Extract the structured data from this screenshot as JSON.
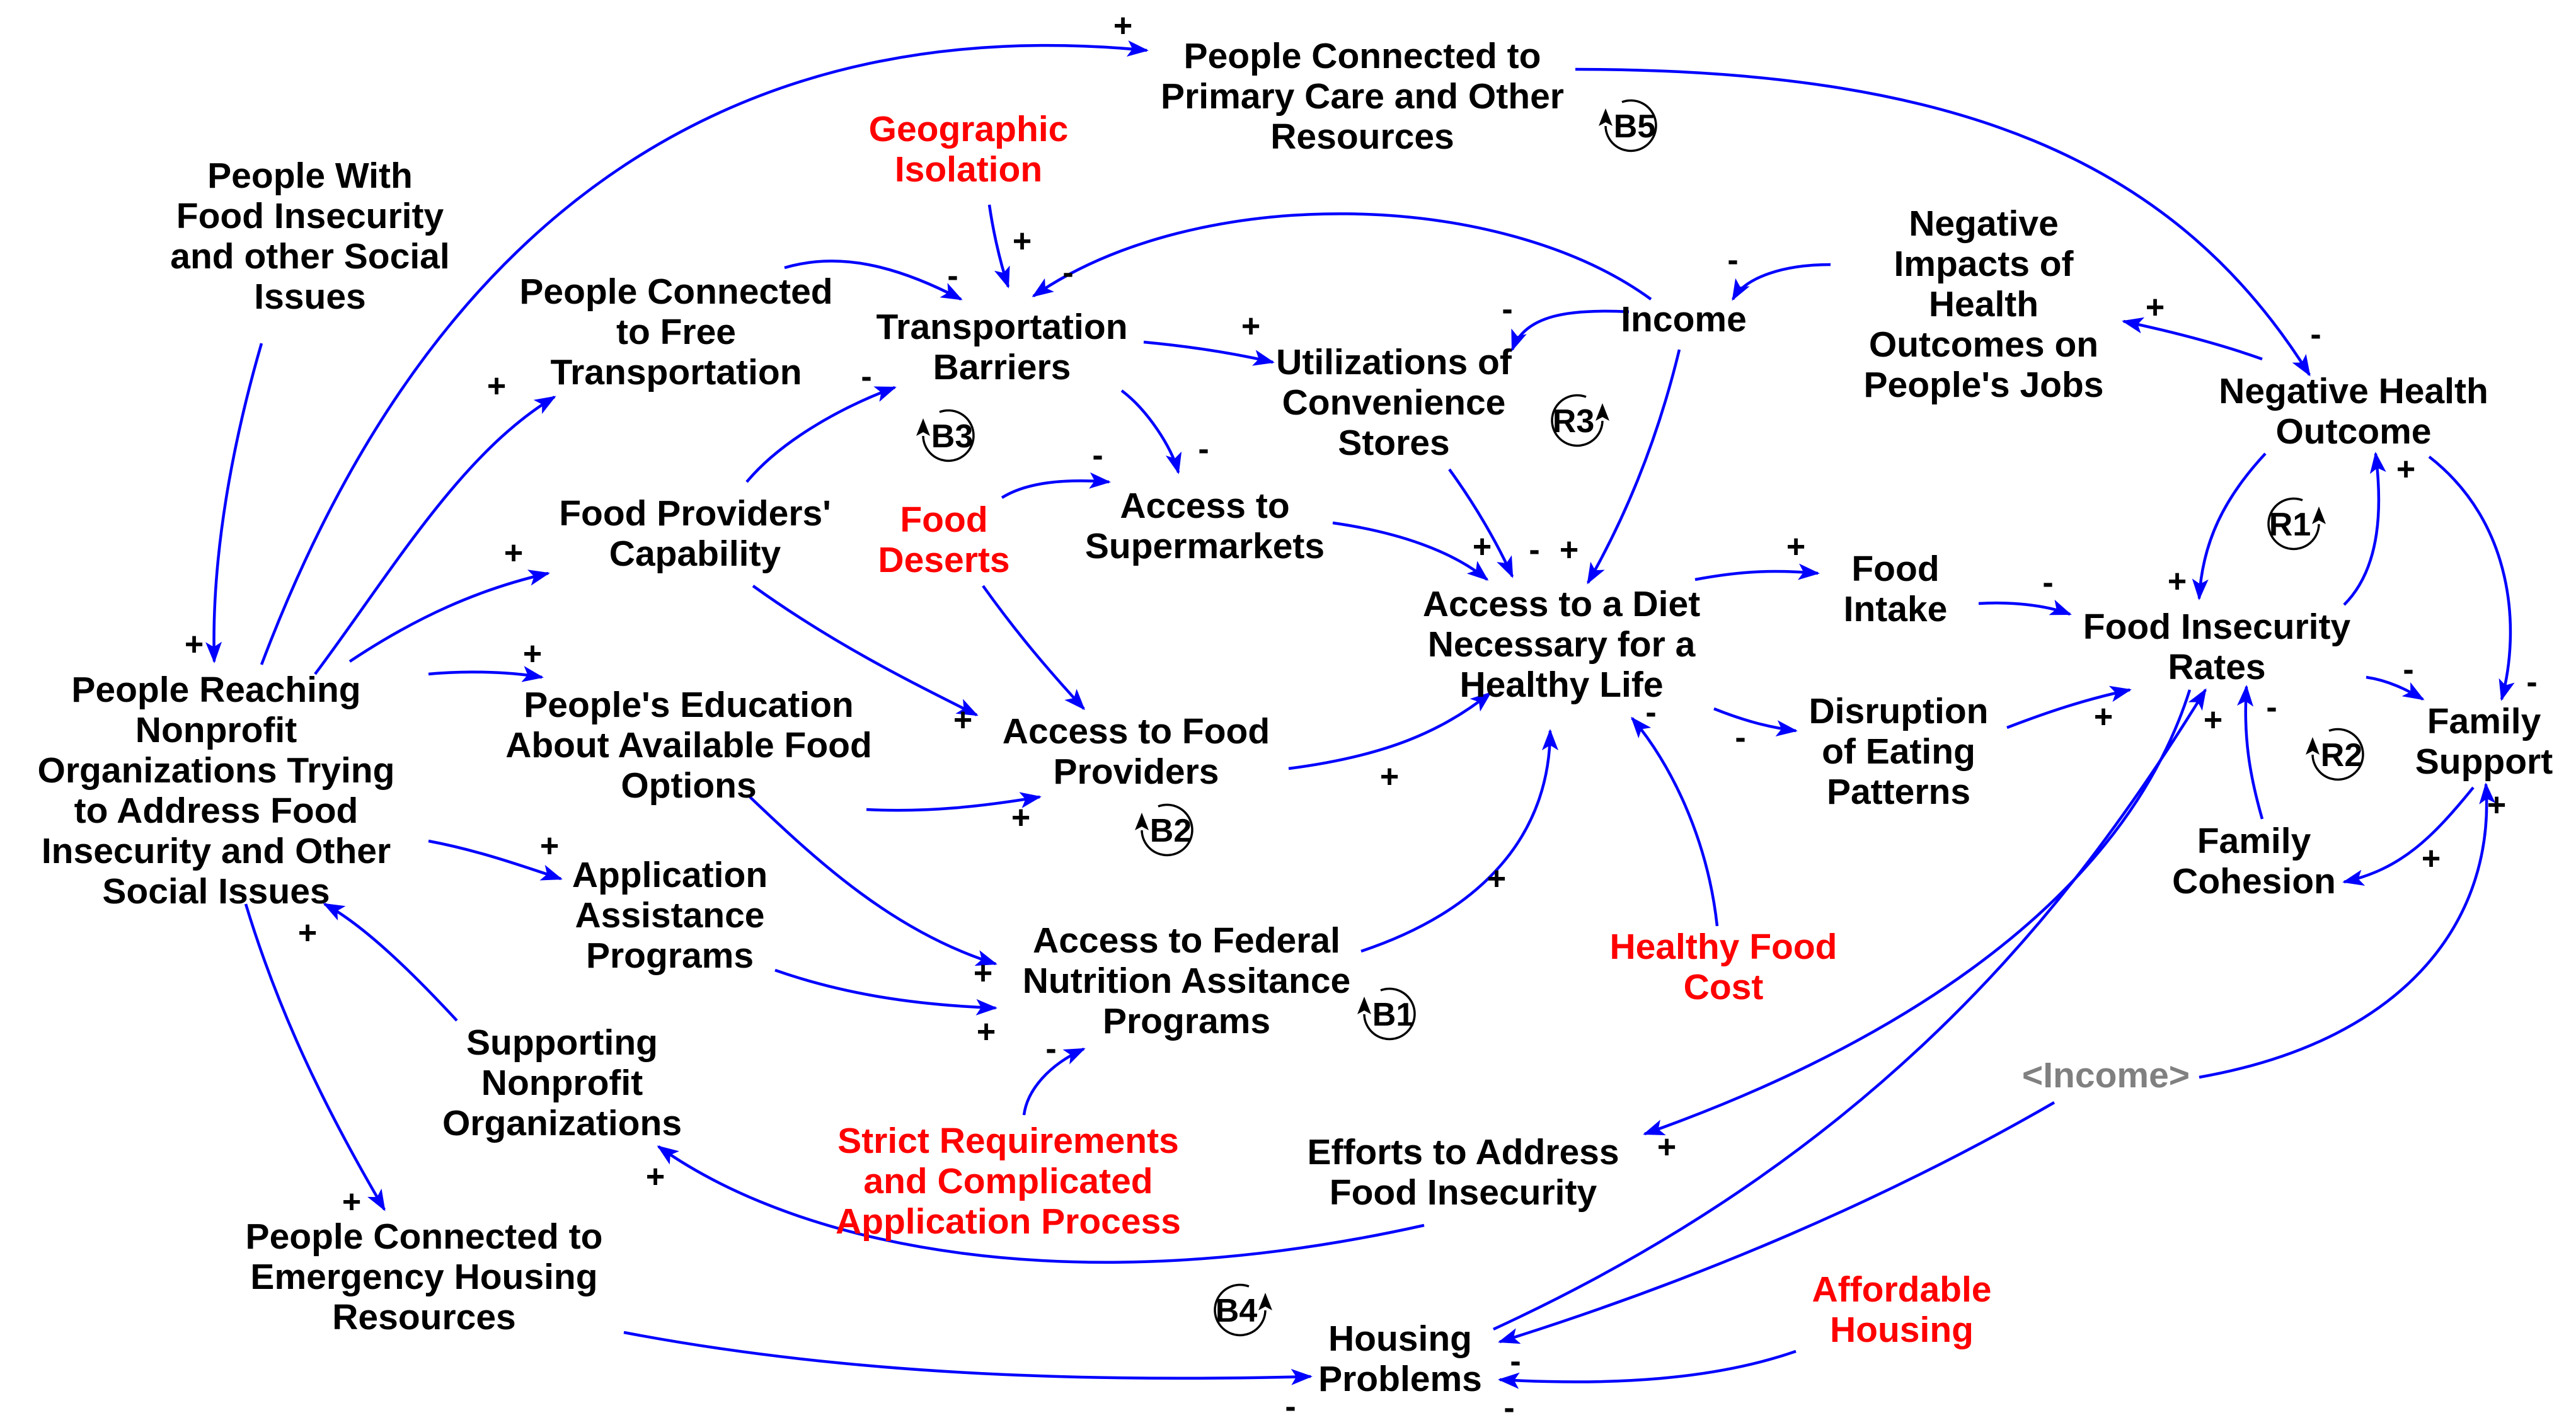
{
  "colors": {
    "arrow": "#0000FF",
    "node_text": "#000000",
    "external_text": "#FF0000",
    "shadow_text": "#808080"
  },
  "nodes": [
    {
      "id": "people_food_insecurity",
      "lines": [
        "People With",
        "Food Insecurity",
        "and other Social",
        "Issues"
      ],
      "color": "black"
    },
    {
      "id": "people_connected_primary_care",
      "lines": [
        "People Connected to",
        "Primary Care and Other",
        "Resources"
      ],
      "color": "black"
    },
    {
      "id": "geographic_isolation",
      "lines": [
        "Geographic",
        "Isolation"
      ],
      "color": "red"
    },
    {
      "id": "people_connected_transport",
      "lines": [
        "People Connected",
        "to Free",
        "Transportation"
      ],
      "color": "black"
    },
    {
      "id": "transportation_barriers",
      "lines": [
        "Transportation",
        "Barriers"
      ],
      "color": "black"
    },
    {
      "id": "utilization_convenience_stores",
      "lines": [
        "Utilizations of",
        "Convenience",
        "Stores"
      ],
      "color": "black"
    },
    {
      "id": "income",
      "lines": [
        "Income"
      ],
      "color": "black"
    },
    {
      "id": "negative_impacts_jobs",
      "lines": [
        "Negative",
        "Impacts of",
        "Health",
        "Outcomes on",
        "People's Jobs"
      ],
      "color": "black"
    },
    {
      "id": "negative_health_outcome",
      "lines": [
        "Negative Health",
        "Outcome"
      ],
      "color": "black"
    },
    {
      "id": "food_providers_capability",
      "lines": [
        "Food Providers'",
        "Capability"
      ],
      "color": "black"
    },
    {
      "id": "food_deserts",
      "lines": [
        "Food",
        "Deserts"
      ],
      "color": "red"
    },
    {
      "id": "access_supermarkets",
      "lines": [
        "Access to",
        "Supermarkets"
      ],
      "color": "black"
    },
    {
      "id": "access_healthy_diet",
      "lines": [
        "Access to a Diet",
        "Necessary for a",
        "Healthy Life"
      ],
      "color": "black"
    },
    {
      "id": "food_intake",
      "lines": [
        "Food",
        "Intake"
      ],
      "color": "black"
    },
    {
      "id": "food_insecurity_rates",
      "lines": [
        "Food Insecurity",
        "Rates"
      ],
      "color": "black"
    },
    {
      "id": "people_reaching_nonprofit",
      "lines": [
        "People Reaching",
        "Nonprofit",
        "Organizations Trying",
        "to Address Food",
        "Insecurity and Other",
        "Social Issues"
      ],
      "color": "black"
    },
    {
      "id": "peoples_education",
      "lines": [
        "People's Education",
        "About Available Food",
        "Options"
      ],
      "color": "black"
    },
    {
      "id": "access_food_providers",
      "lines": [
        "Access to Food",
        "Providers"
      ],
      "color": "black"
    },
    {
      "id": "disruption_eating",
      "lines": [
        "Disruption",
        "of Eating",
        "Patterns"
      ],
      "color": "black"
    },
    {
      "id": "family_support",
      "lines": [
        "Family",
        "Support"
      ],
      "color": "black"
    },
    {
      "id": "application_assistance",
      "lines": [
        "Application",
        "Assistance",
        "Programs"
      ],
      "color": "black"
    },
    {
      "id": "family_cohesion",
      "lines": [
        "Family",
        "Cohesion"
      ],
      "color": "black"
    },
    {
      "id": "access_federal_nutrition",
      "lines": [
        "Access to Federal",
        "Nutrition Assitance",
        "Programs"
      ],
      "color": "black"
    },
    {
      "id": "supporting_nonprofit",
      "lines": [
        "Supporting",
        "Nonprofit",
        "Organizations"
      ],
      "color": "black"
    },
    {
      "id": "healthy_food_cost",
      "lines": [
        "Healthy Food",
        "Cost"
      ],
      "color": "red"
    },
    {
      "id": "income_shadow",
      "lines": [
        "<Income>"
      ],
      "color": "gray"
    },
    {
      "id": "strict_requirements",
      "lines": [
        "Strict Requirements",
        "and Complicated",
        "Application Process"
      ],
      "color": "red"
    },
    {
      "id": "efforts_food_insecurity",
      "lines": [
        "Efforts to Address",
        "Food Insecurity"
      ],
      "color": "black"
    },
    {
      "id": "affordable_housing",
      "lines": [
        "Affordable",
        "Housing"
      ],
      "color": "red"
    },
    {
      "id": "people_connected_housing",
      "lines": [
        "People Connected to",
        "Emergency Housing",
        "Resources"
      ],
      "color": "black"
    },
    {
      "id": "housing_problems",
      "lines": [
        "Housing",
        "Problems"
      ],
      "color": "black"
    }
  ],
  "loops": [
    {
      "id": "b5",
      "label": "B5",
      "dir": "cw"
    },
    {
      "id": "b3",
      "label": "B3",
      "dir": "cw"
    },
    {
      "id": "r3",
      "label": "R3",
      "dir": "ccw"
    },
    {
      "id": "r1",
      "label": "R1",
      "dir": "ccw"
    },
    {
      "id": "r2",
      "label": "R2",
      "dir": "cw"
    },
    {
      "id": "b2",
      "label": "B2",
      "dir": "cw"
    },
    {
      "id": "b1",
      "label": "B1",
      "dir": "cw"
    },
    {
      "id": "b4",
      "label": "B4",
      "dir": "ccw"
    }
  ],
  "links": [
    {
      "id": "reach_to_primary",
      "sign": "+"
    },
    {
      "id": "primary_to_neghealth",
      "sign": "-"
    },
    {
      "id": "pwfi_to_reach",
      "sign": "+"
    },
    {
      "id": "reach_to_transport",
      "sign": "+"
    },
    {
      "id": "transport_to_barriers",
      "sign": "-"
    },
    {
      "id": "geo_to_barriers",
      "sign": "+"
    },
    {
      "id": "income_to_barriers",
      "sign": "-"
    },
    {
      "id": "barriers_to_conv",
      "sign": "+"
    },
    {
      "id": "income_to_conv",
      "sign": "-"
    },
    {
      "id": "negimpacts_to_income",
      "sign": "-"
    },
    {
      "id": "neghealth_to_negimpacts",
      "sign": "+"
    },
    {
      "id": "income_to_diet",
      "sign": "+"
    },
    {
      "id": "conv_to_diet",
      "sign": "-"
    },
    {
      "id": "barriers_to_super",
      "sign": "-"
    },
    {
      "id": "deserts_to_super",
      "sign": "-"
    },
    {
      "id": "super_to_diet",
      "sign": "+"
    },
    {
      "id": "capability_to_barriers",
      "sign": "-"
    },
    {
      "id": "reach_to_capability",
      "sign": "+"
    },
    {
      "id": "capability_to_accessfood",
      "sign": "+"
    },
    {
      "id": "deserts_to_accessfood",
      "sign": ""
    },
    {
      "id": "reach_to_education",
      "sign": "+"
    },
    {
      "id": "education_to_accessfood",
      "sign": "+"
    },
    {
      "id": "accessfood_to_diet",
      "sign": "+"
    },
    {
      "id": "diet_to_intake",
      "sign": "+"
    },
    {
      "id": "diet_to_disruption",
      "sign": "-"
    },
    {
      "id": "intake_to_fir",
      "sign": "-"
    },
    {
      "id": "disruption_to_fir",
      "sign": "+"
    },
    {
      "id": "neghealth_to_fir",
      "sign": "+"
    },
    {
      "id": "fir_to_neghealth",
      "sign": "+"
    },
    {
      "id": "neghealth_to_family",
      "sign": "-"
    },
    {
      "id": "fir_to_family",
      "sign": "-"
    },
    {
      "id": "cohesion_to_fir",
      "sign": "-"
    },
    {
      "id": "family_to_cohesion",
      "sign": "+"
    },
    {
      "id": "reach_to_application",
      "sign": "+"
    },
    {
      "id": "application_to_federal",
      "sign": "+"
    },
    {
      "id": "education_to_federal",
      "sign": "+"
    },
    {
      "id": "strict_to_federal",
      "sign": "-"
    },
    {
      "id": "federal_to_diet",
      "sign": "+"
    },
    {
      "id": "healthycost_to_diet",
      "sign": "-"
    },
    {
      "id": "supporting_to_reach",
      "sign": "+"
    },
    {
      "id": "fir_to_efforts",
      "sign": "+"
    },
    {
      "id": "efforts_to_supporting",
      "sign": "+"
    },
    {
      "id": "reach_to_housingres",
      "sign": "+"
    },
    {
      "id": "housingres_to_housing",
      "sign": "-"
    },
    {
      "id": "affordable_to_housing",
      "sign": "-"
    },
    {
      "id": "housing_to_fir",
      "sign": "+"
    },
    {
      "id": "incomeshadow_to_housing",
      "sign": "-"
    },
    {
      "id": "incomeshadow_to_family",
      "sign": "+"
    }
  ]
}
